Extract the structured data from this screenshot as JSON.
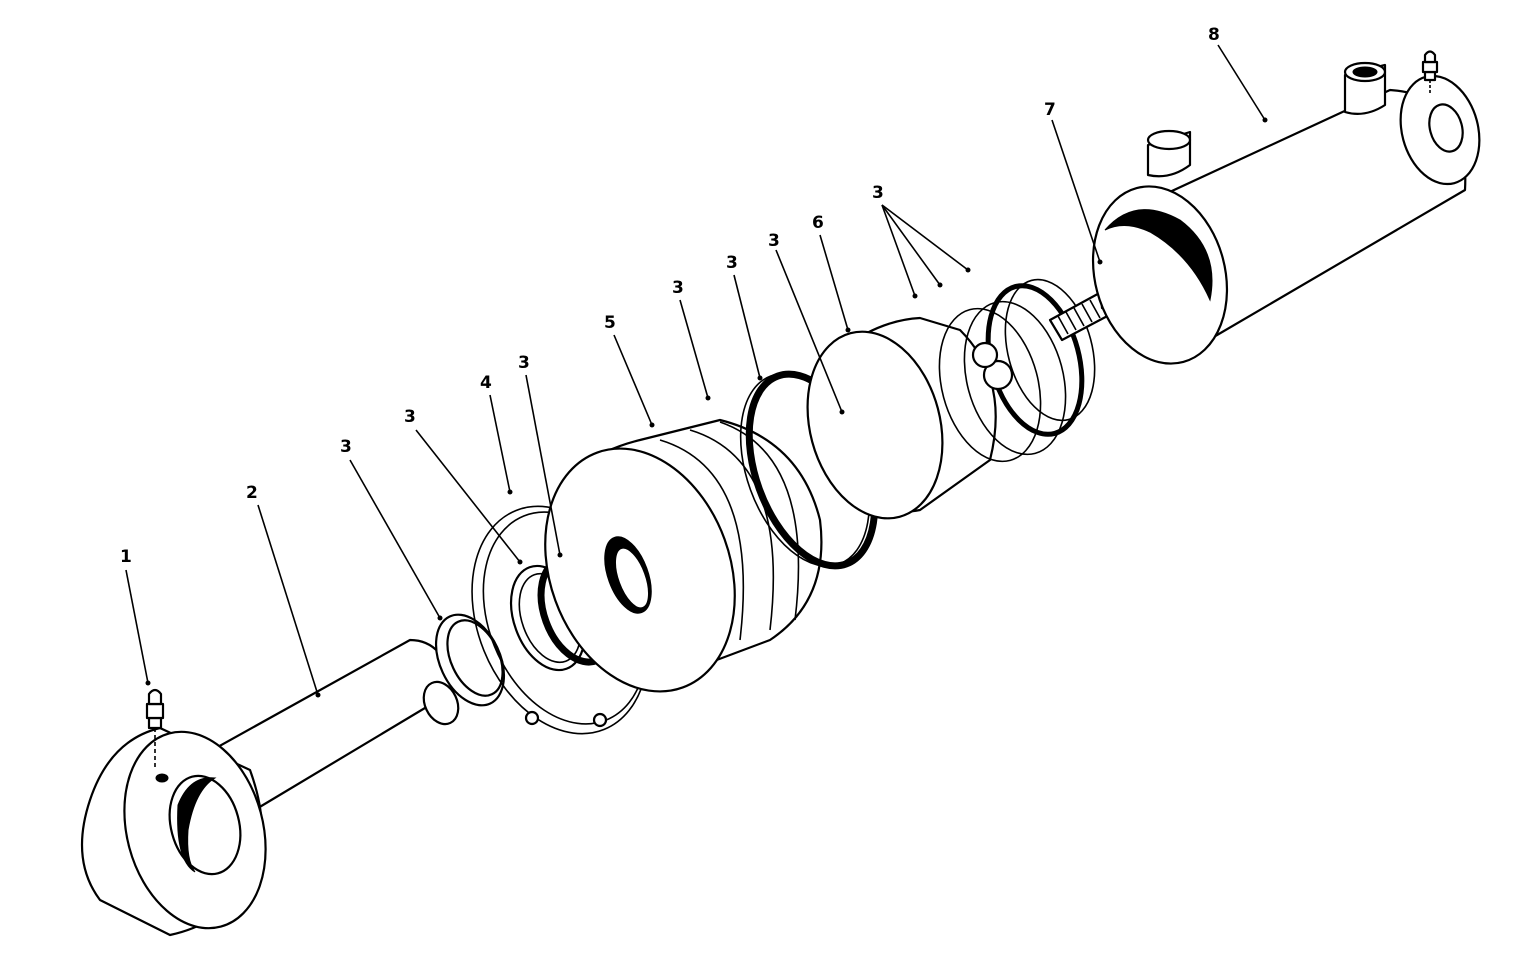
{
  "callouts": {
    "c1": "1",
    "c2": "2",
    "c3a": "3",
    "c3b": "3",
    "c4": "4",
    "c3c": "3",
    "c5": "5",
    "c3d": "3",
    "c3e": "3",
    "c3f": "3",
    "c6": "6",
    "c3g": "3",
    "c7": "7",
    "c8": "8"
  },
  "colors": {
    "line": "#000000",
    "background": "#ffffff"
  }
}
